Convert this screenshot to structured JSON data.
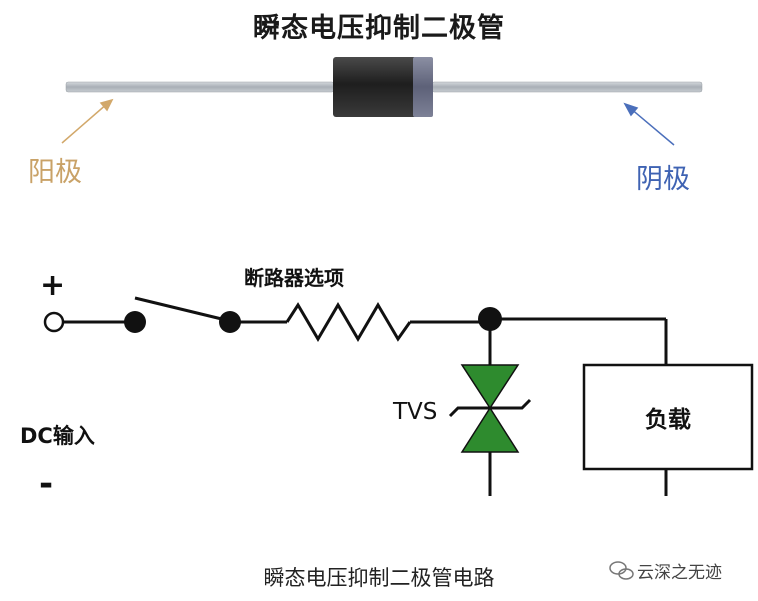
{
  "diode": {
    "title": "瞬态电压抑制二极管",
    "anode_label": "阳极",
    "cathode_label": "阴极"
  },
  "circuit": {
    "plus": "+",
    "minus": "-",
    "breaker_label": "断路器选项",
    "tvs_label": "TVS",
    "input_label": "DC输入",
    "load_label": "负载"
  },
  "caption": "瞬态电压抑制二极管电路",
  "watermark": "云深之无迹",
  "colors": {
    "anode": "#c9a267",
    "cathode": "#3f63b3",
    "tvs_fill": "#2e8b2e",
    "diode_body": "#2a2a2a",
    "lead": "#b9bec4"
  }
}
